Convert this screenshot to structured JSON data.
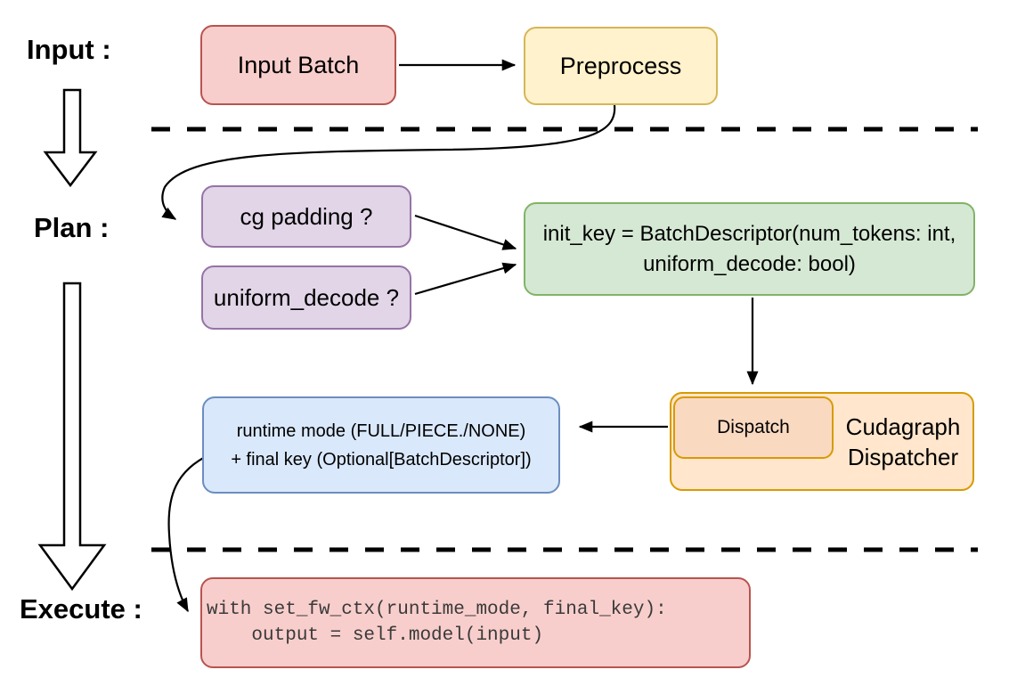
{
  "sections": {
    "input": {
      "label": "Input :"
    },
    "plan": {
      "label": "Plan :"
    },
    "execute": {
      "label": "Execute :"
    }
  },
  "nodes": {
    "input_batch": {
      "label": "Input Batch",
      "fill": "#f8cecc",
      "border": "#b85450"
    },
    "preprocess": {
      "label": "Preprocess",
      "fill": "#fff2cc",
      "border": "#d6b656"
    },
    "cg_padding": {
      "label": "cg padding ?",
      "fill": "#e1d5e7",
      "border": "#9673a6"
    },
    "uniform_decode": {
      "label": "uniform_decode ?",
      "fill": "#e1d5e7",
      "border": "#9673a6"
    },
    "init_key": {
      "line1": "init_key = BatchDescriptor(num_tokens: int,",
      "line2": "uniform_decode: bool)",
      "fill": "#d5e8d4",
      "border": "#82b366"
    },
    "dispatch": {
      "label": "Dispatch",
      "fill": "#fad9c1",
      "border": "#d79b00"
    },
    "cudagraph_dispatcher": {
      "line1": "Cudagraph",
      "line2": "Dispatcher",
      "fill": "#ffe6cc",
      "border": "#d79b00"
    },
    "runtime_result": {
      "line1": "runtime mode (FULL/PIECE./NONE)",
      "line2": "+ final key (Optional[BatchDescriptor])",
      "fill": "#dae8fc",
      "border": "#6c8ebf"
    },
    "execute_code": {
      "line1": "with set_fw_ctx(runtime_mode, final_key):",
      "line2": "    output = self.model(input)",
      "fill": "#f8cecc",
      "border": "#b85450",
      "text_color": "#3a3a3a"
    }
  },
  "colors": {
    "connector": "#000000",
    "separator": "#000000",
    "section_label": "#000000",
    "canvas_bg": "#ffffff",
    "phase_arrow_fill": "#ffffff",
    "phase_arrow_stroke": "#000000"
  }
}
